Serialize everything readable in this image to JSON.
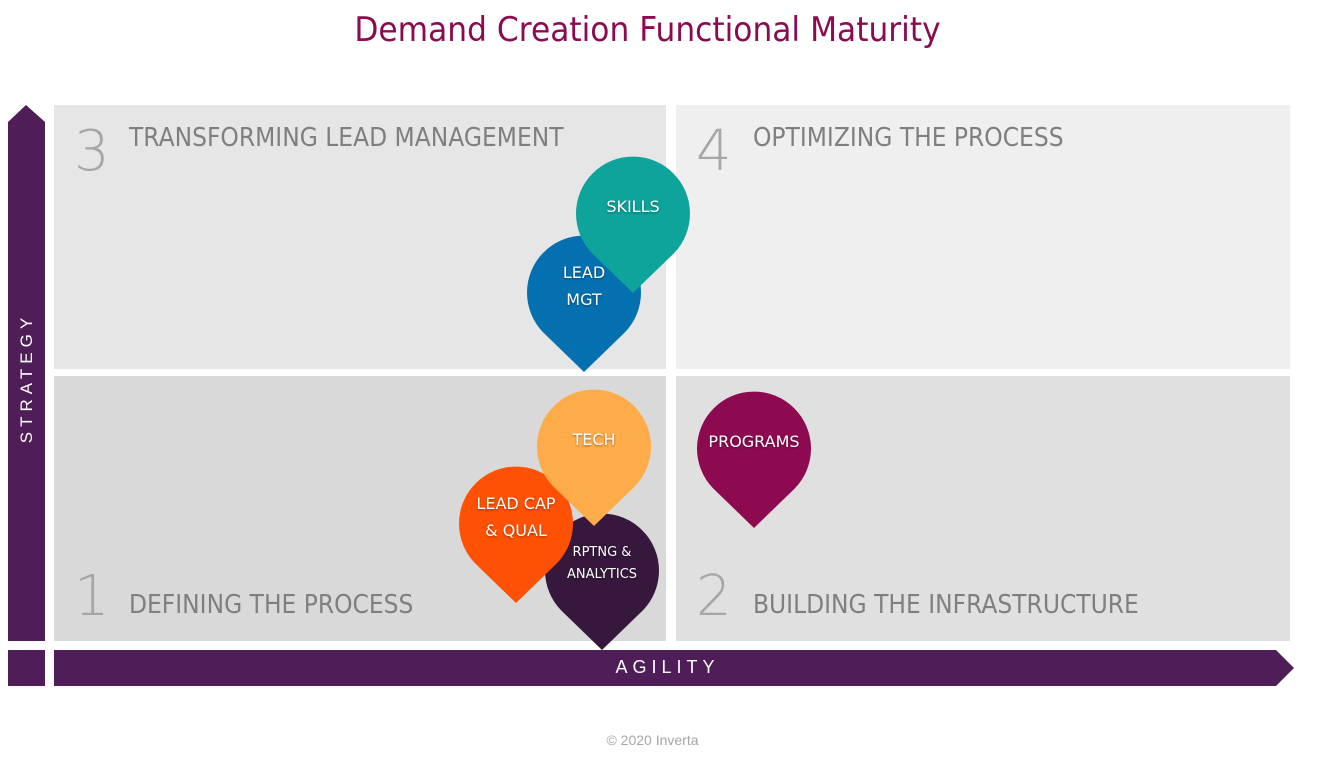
{
  "title": "Demand Creation Functional Maturity",
  "axes": {
    "y_label": "STRATEGY",
    "x_label": "AGILITY"
  },
  "quadrants": [
    {
      "number": "3",
      "label": "TRANSFORMING LEAD MANAGEMENT",
      "color": "#e6e6e6"
    },
    {
      "number": "4",
      "label": "OPTIMIZING THE PROCESS",
      "color": "#efefef"
    },
    {
      "number": "1",
      "label": "DEFINING THE PROCESS",
      "color": "#d9d9d9"
    },
    {
      "number": "2",
      "label": "BUILDING THE INFRASTRUCTURE",
      "color": "#e0e0e0"
    }
  ],
  "pins": [
    {
      "line1": "LEAD",
      "line2": "MGT",
      "color": "#0470b0"
    },
    {
      "line1": "SKILLS",
      "line2": "",
      "color": "#0ea39b"
    },
    {
      "line1": "RPTNG &",
      "line2": "ANALYTICS",
      "color": "#36183c"
    },
    {
      "line1": "LEAD CAP",
      "line2": "& QUAL",
      "color": "#ff5103"
    },
    {
      "line1": "TECH",
      "line2": "",
      "color": "#feab4a"
    },
    {
      "line1": "PROGRAMS",
      "line2": "",
      "color": "#8e0a50"
    }
  ],
  "colors": {
    "axis": "#4f1d58",
    "title": "#8c0a4f"
  },
  "footer": "© 2020 Inverta"
}
